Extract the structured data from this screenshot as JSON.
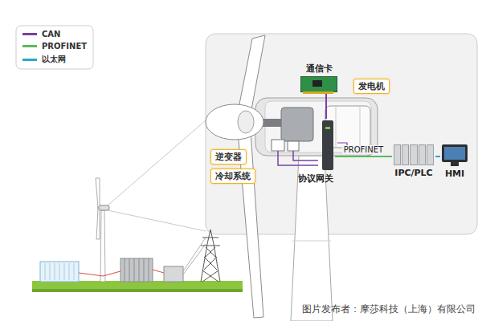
{
  "diagram": {
    "caption": "图片发布者：摩莎科技（上海）有限公司",
    "nodes": [
      {
        "text": [
          "通信卡"
        ]
      },
      {
        "text": [
          "发电机"
        ]
      },
      {
        "text": [
          "逆变器"
        ]
      },
      {
        "text": [
          "冷却系统"
        ]
      },
      {
        "text": [
          "协议网关"
        ]
      },
      {
        "text": [
          "IPC/PLC"
        ]
      },
      {
        "text": [
          "HMI"
        ]
      }
    ],
    "edges": [
      {
        "from": 0,
        "to": 4,
        "arrow": "none"
      },
      {
        "from": 4,
        "to": 5,
        "label": "PROFINET",
        "arrow": "none"
      },
      {
        "from": 5,
        "to": 6,
        "arrow": "none"
      }
    ],
    "legend": [
      {
        "text": "CAN",
        "color": "#7b3fa0"
      },
      {
        "text": "PROFINET",
        "color": "#5cb85c"
      },
      {
        "text": "以太网",
        "color": "#2aa8c8"
      }
    ]
  }
}
